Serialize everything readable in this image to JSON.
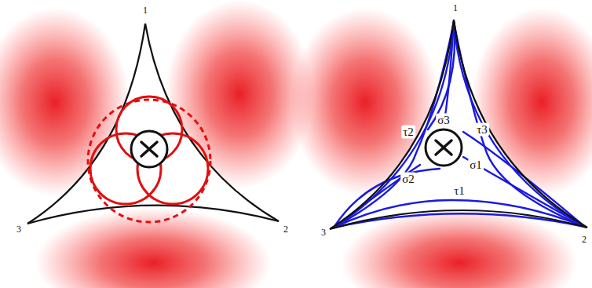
{
  "diagram": {
    "labels": [
      "1",
      "3",
      "2",
      "1",
      "3",
      "2",
      "σ3",
      "τ2",
      "τ3",
      "σ1",
      "σ2",
      "τ1"
    ]
  }
}
